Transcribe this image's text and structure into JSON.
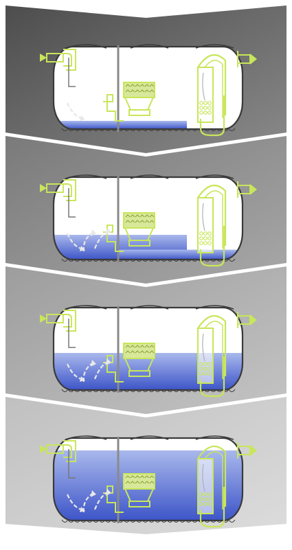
{
  "diagram": {
    "steps": [
      {
        "water_level": 0.1,
        "sump_fill": 0.0,
        "background": [
          "#4d4d4d",
          "#8a8a8a"
        ],
        "flow_arrows": 1
      },
      {
        "water_level": 0.3,
        "sump_fill": 0.12,
        "background": [
          "#7a7a7a",
          "#a8a8a8"
        ],
        "flow_arrows": 3
      },
      {
        "water_level": 0.45,
        "sump_fill": 0.45,
        "background": [
          "#9d9d9d",
          "#c4c4c4"
        ],
        "flow_arrows": 3
      },
      {
        "water_level": 0.85,
        "sump_fill": 0.85,
        "background": [
          "#c0c0c0",
          "#dcdcdc"
        ],
        "flow_arrows": 3
      }
    ],
    "colors": {
      "pipe": "#c8e65a",
      "tank_outline": "#3a3a3a",
      "tank_fill": "#ffffff",
      "water_top": "#a9b8ec",
      "water_bottom": "#3d55c8",
      "arrow": "#e8e8e8"
    },
    "icons": [
      "inlet-arrow-icon",
      "outlet-arrow-icon",
      "flow-arrow-icon"
    ]
  }
}
